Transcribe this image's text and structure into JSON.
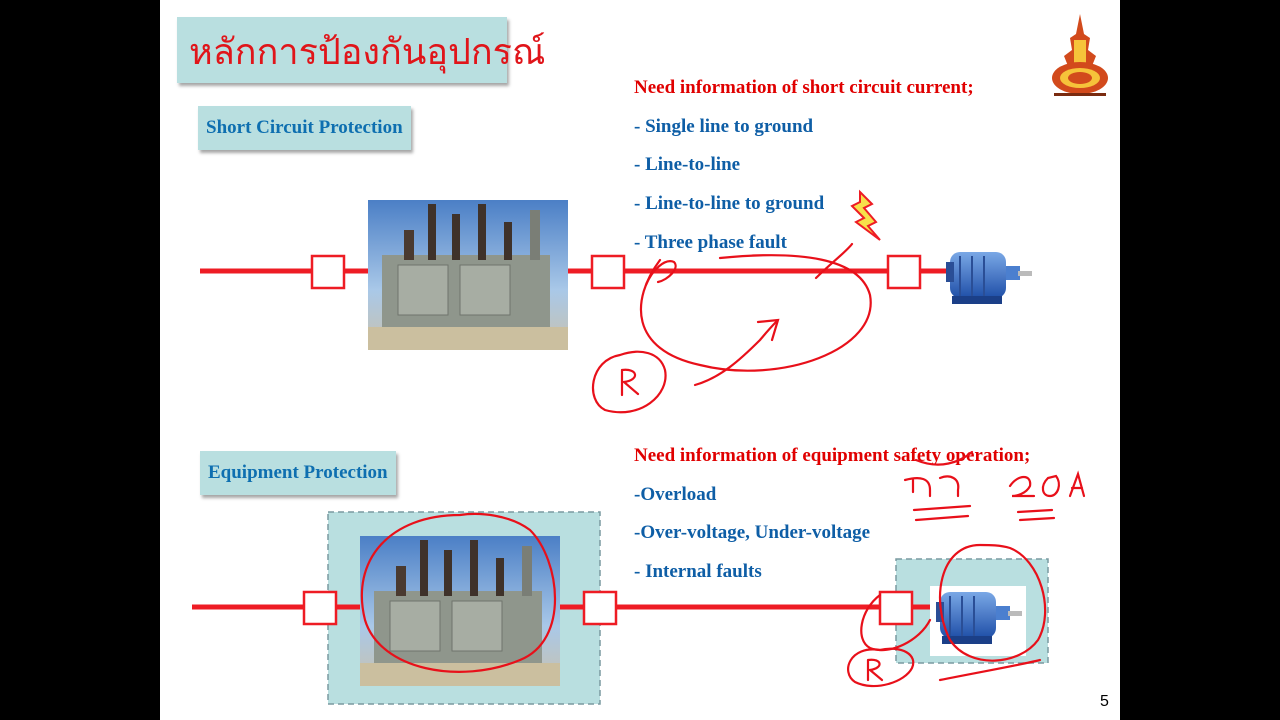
{
  "slide": {
    "title": "หลักการป้องกันอุปกรณ์",
    "page_number": "5"
  },
  "section_short_circuit": {
    "label": "Short Circuit Protection",
    "heading": "Need information of short circuit current;",
    "items": [
      "- Single line to ground",
      "- Line-to-line",
      "- Line-to-line to ground",
      "- Three phase fault"
    ]
  },
  "section_equipment": {
    "label": "Equipment Protection",
    "heading": "Need information of equipment safety operation;",
    "items": [
      "-Overload",
      "-Over-voltage, Under-voltage",
      "- Internal faults"
    ]
  },
  "colors": {
    "accent_red": "#e00000",
    "text_blue": "#0e5ea6",
    "box_teal": "#b9dfe0"
  }
}
